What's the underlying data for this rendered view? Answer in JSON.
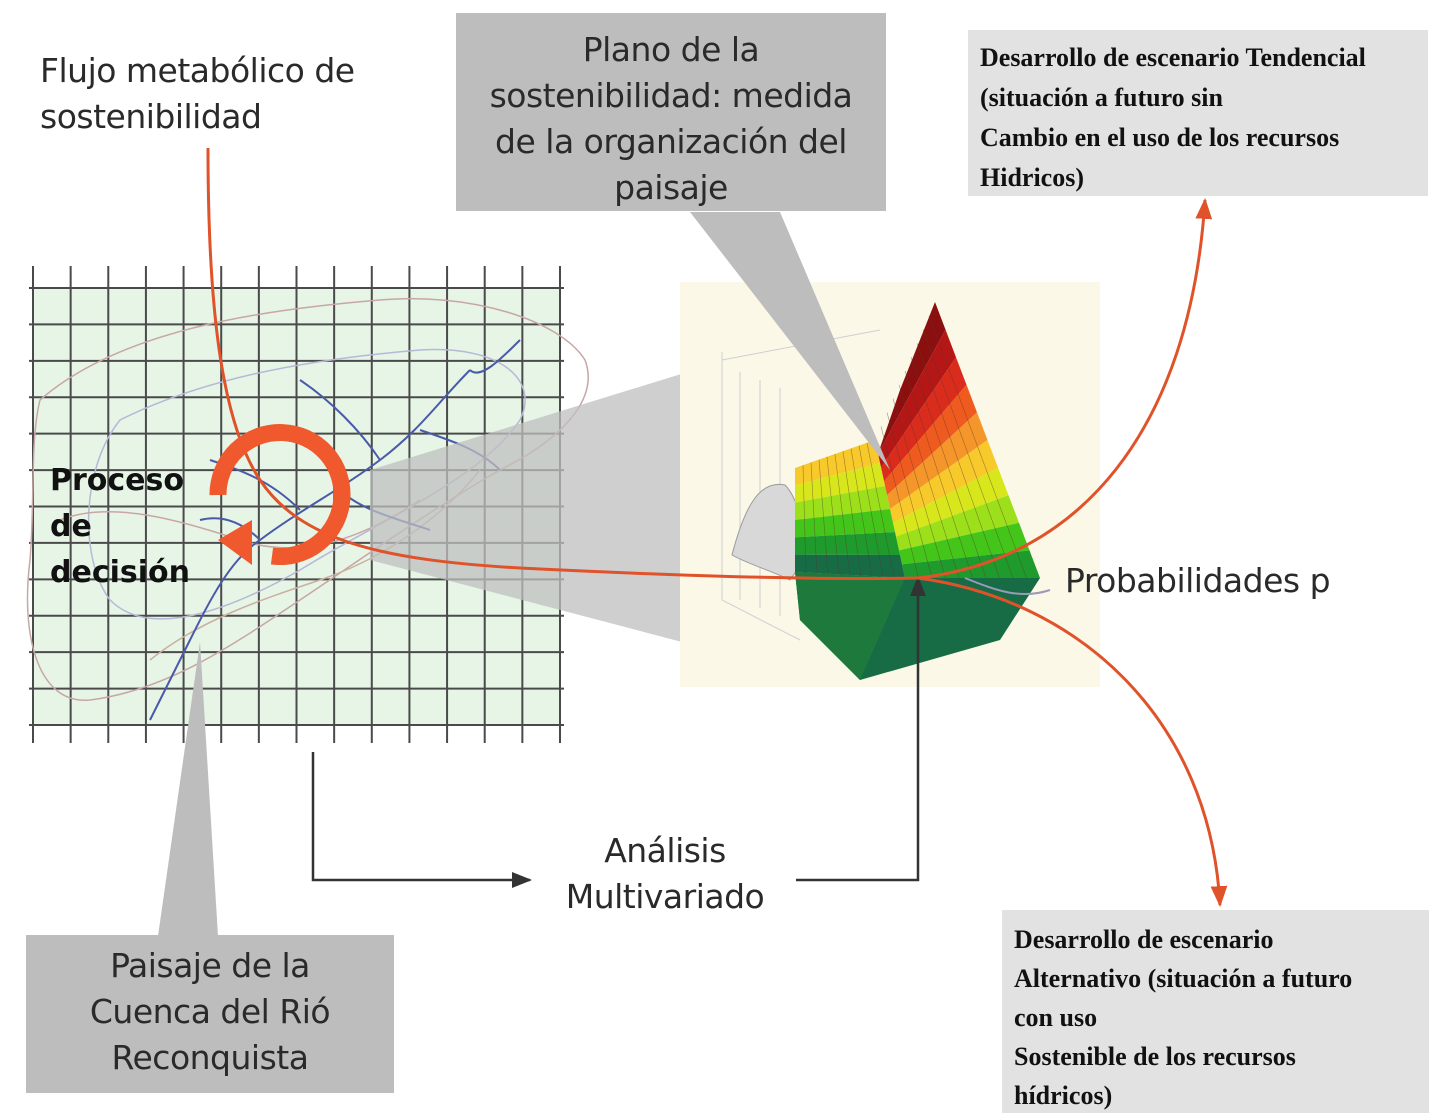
{
  "labels": {
    "flujo": [
      "Flujo metabólico de",
      "sostenibilidad"
    ],
    "plano": [
      "Plano de la",
      "sostenibilidad: medida",
      "de la organización del",
      "paisaje"
    ],
    "tendencial": [
      "Desarrollo de escenario Tendencial",
      "(situación a futuro sin",
      "Cambio en el uso de los recursos",
      "Hidricos)"
    ],
    "proceso": [
      "Proceso",
      "de",
      "decisión"
    ],
    "probabilidades": "Probabilidades p",
    "analisis": [
      "Análisis",
      "Multivariado"
    ],
    "paisaje": [
      "Paisaje de la",
      "Cuenca del Rió",
      "Reconquista"
    ],
    "alternativo": [
      "Desarrollo de escenario",
      "Alternativo (situación a futuro",
      "con uso",
      "Sostenible de los recursos",
      "hídricos)"
    ]
  },
  "colors": {
    "arrow": "#e0532a",
    "callout": "#bdbdbd",
    "scenario_box": "#e2e2e2",
    "grid_fill": "#e6f5e6",
    "cycle": "#f0582d",
    "surface_bands": [
      "#8b0f0f",
      "#b51616",
      "#d92c1c",
      "#ef5a1f",
      "#f5962a",
      "#f7c92a",
      "#d8e61c",
      "#9be01a",
      "#43c51a",
      "#1f9a2c",
      "#176b45"
    ]
  },
  "icons": {
    "cycle": "circular-arrow-icon"
  }
}
